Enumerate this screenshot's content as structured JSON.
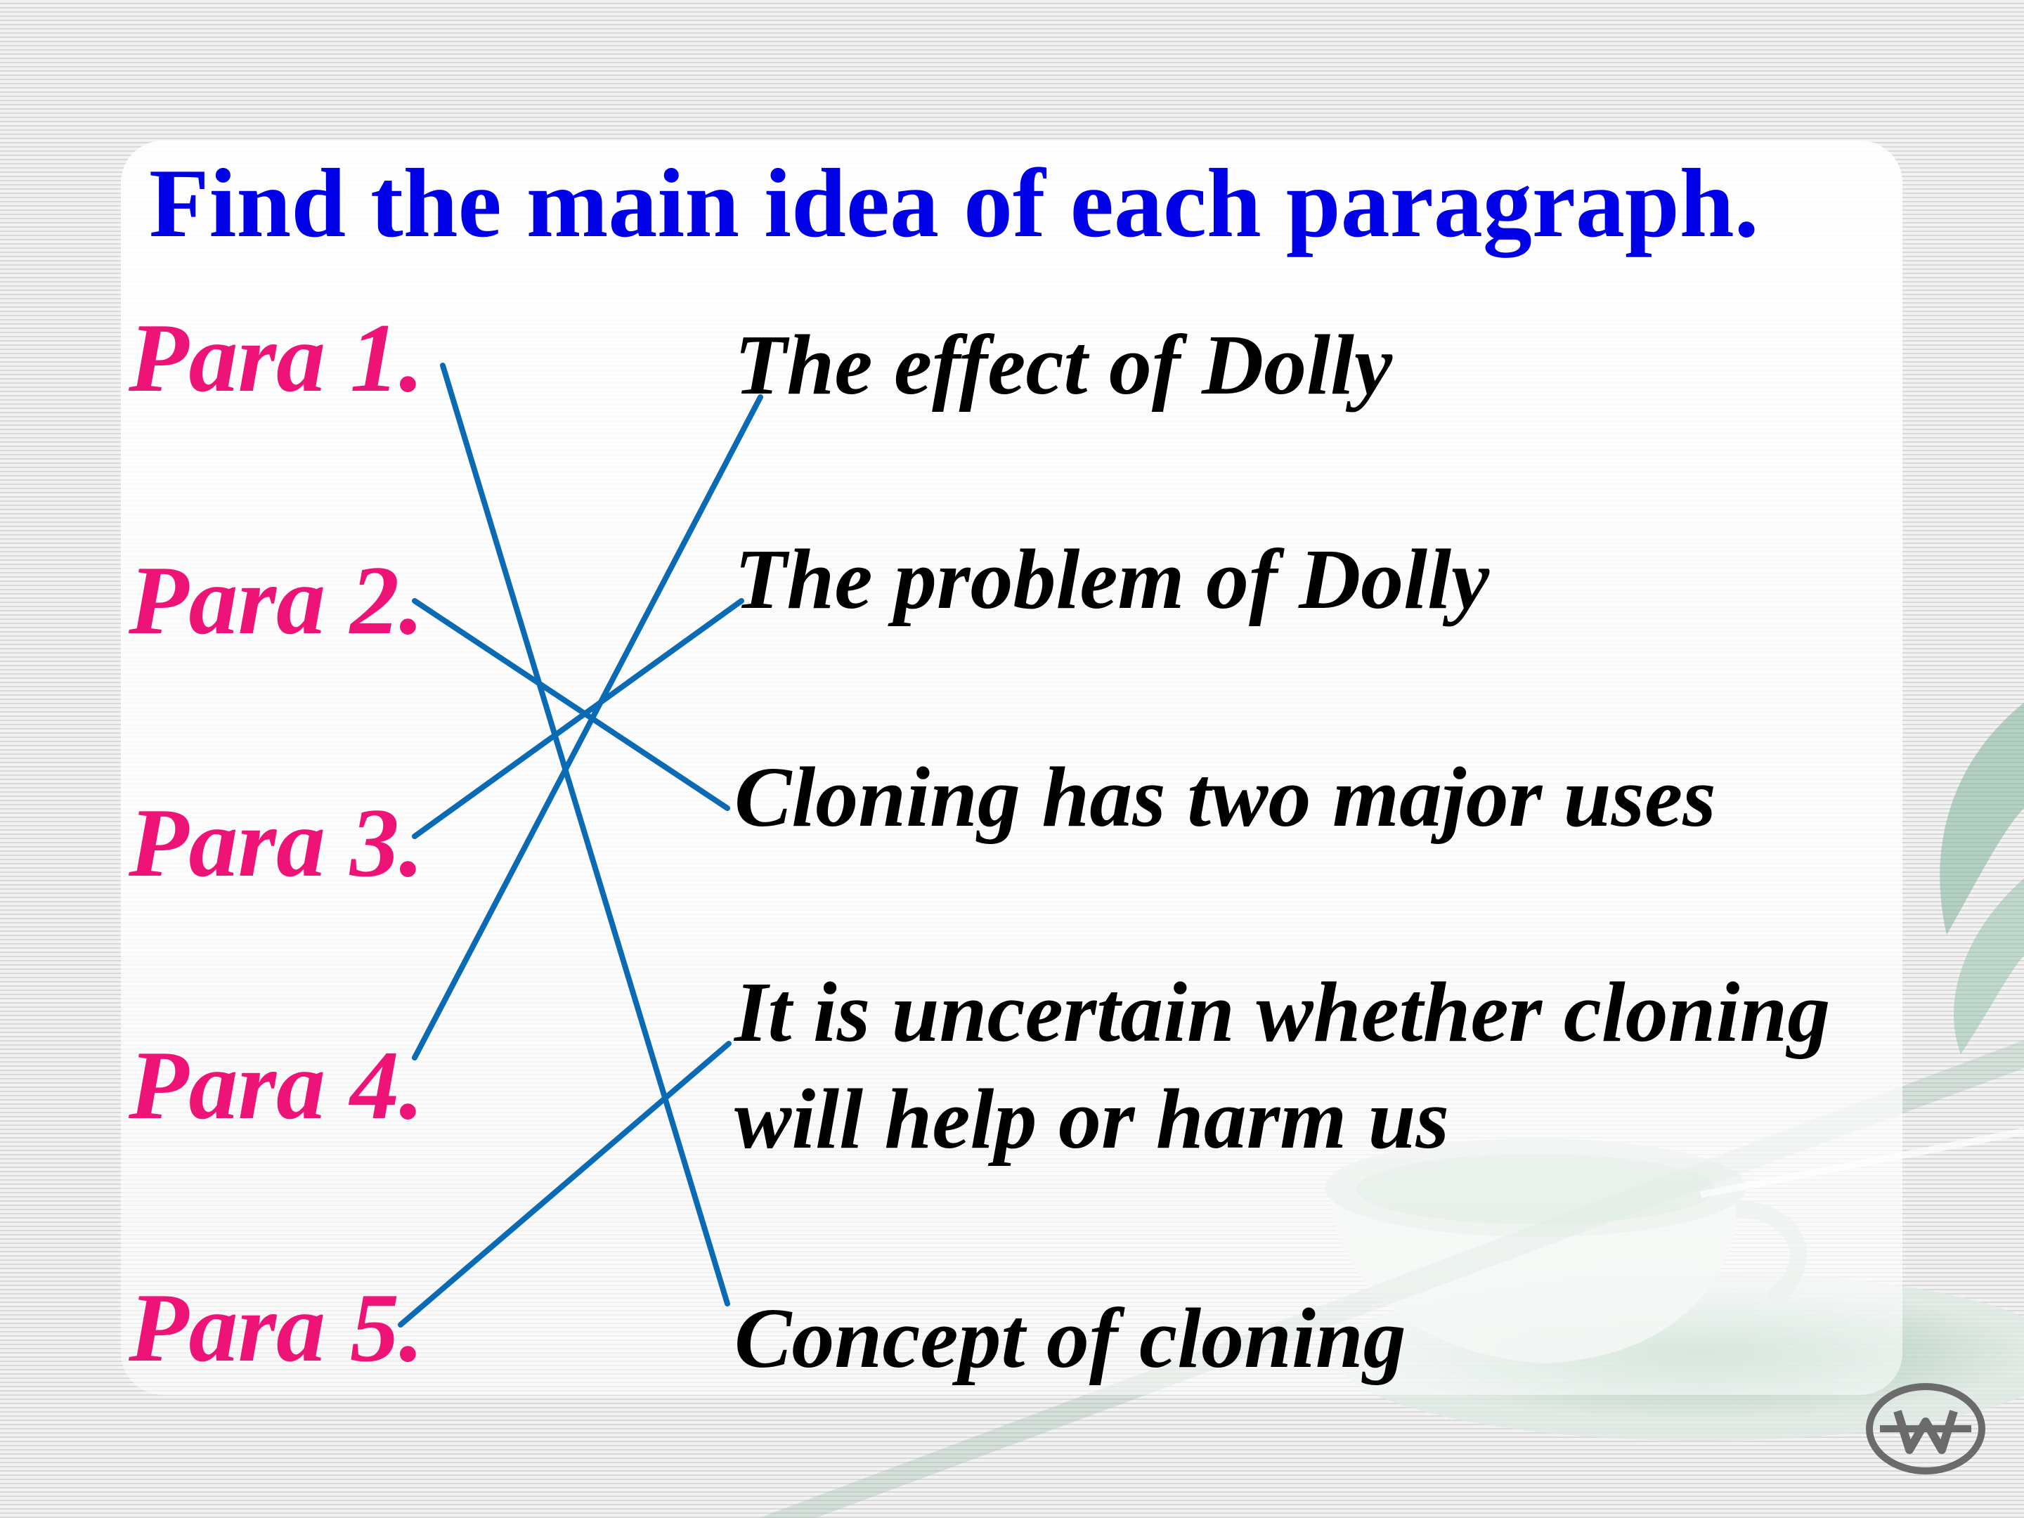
{
  "title": "Find the main idea of each paragraph.",
  "paragraphs": [
    "Para 1.",
    "Para 2.",
    "Para 3.",
    "Para 4.",
    "Para 5."
  ],
  "ideas": [
    {
      "text": "The effect of Dolly"
    },
    {
      "text": "The problem of Dolly"
    },
    {
      "text": "Cloning has two major uses"
    },
    {
      "line1": "It is uncertain whether cloning",
      "line2": "will help or harm us"
    },
    {
      "text": "Concept  of cloning"
    }
  ],
  "matches": [
    {
      "para": "Para 1.",
      "idea": "Concept  of cloning"
    },
    {
      "para": "Para 2.",
      "idea": "Cloning has two major uses"
    },
    {
      "para": "Para 3.",
      "idea": "The problem of Dolly"
    },
    {
      "para": "Para 4.",
      "idea": "The effect of Dolly"
    },
    {
      "para": "Para 5.",
      "idea": "It is uncertain whether cloning will help or harm us"
    }
  ],
  "colors": {
    "title": "#0000e6",
    "para_labels": "#ee1477",
    "ideas": "#000000",
    "connector_lines": "#0a6ab4"
  },
  "icons": {
    "logo": "publisher-logo-icon",
    "decoration": "teacup-background-icon"
  }
}
